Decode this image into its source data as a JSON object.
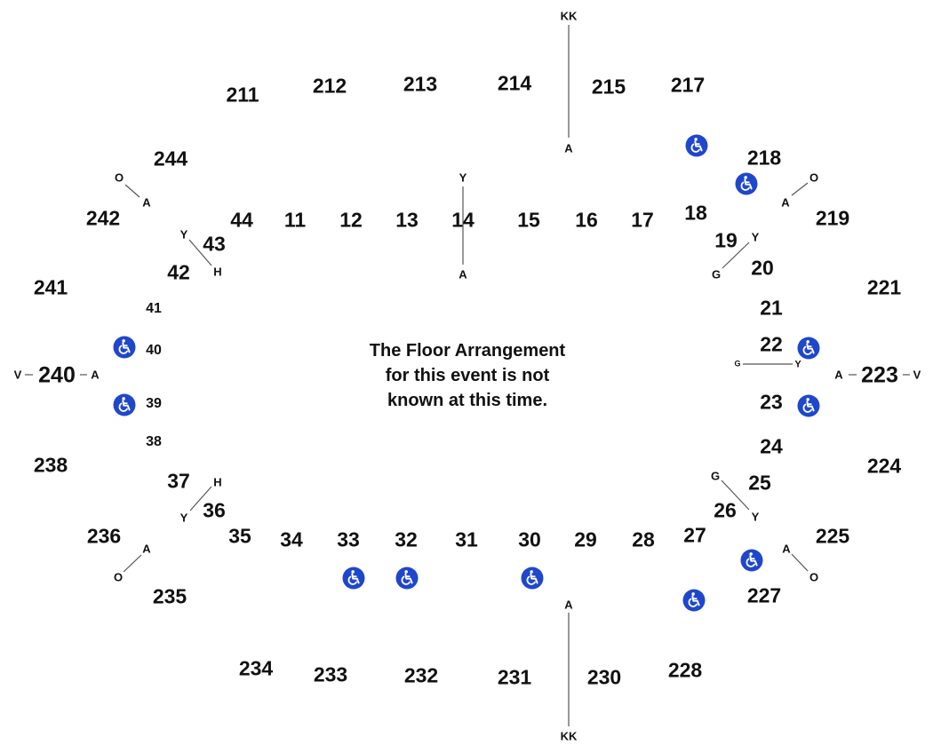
{
  "notice": {
    "line1": "The Floor Arrangement",
    "line2": "for this event is not",
    "line3": "known at this time."
  },
  "colors": {
    "accessible_marker": "#1f47cc",
    "text": "#111111",
    "aisle_line": "#555555"
  },
  "icons": {
    "accessible": "wheelchair-icon"
  },
  "lower_sections": [
    "11",
    "12",
    "13",
    "14",
    "15",
    "16",
    "17",
    "18",
    "19",
    "20",
    "21",
    "22",
    "23",
    "24",
    "25",
    "26",
    "27",
    "28",
    "29",
    "30",
    "31",
    "32",
    "33",
    "34",
    "35",
    "36",
    "37",
    "38",
    "39",
    "40",
    "41",
    "42",
    "43",
    "44"
  ],
  "upper_sections": [
    "211",
    "212",
    "213",
    "214",
    "215",
    "217",
    "218",
    "219",
    "221",
    "223",
    "224",
    "225",
    "227",
    "228",
    "230",
    "231",
    "232",
    "233",
    "234",
    "235",
    "236",
    "238",
    "240",
    "241",
    "242",
    "244"
  ],
  "row_markers": {
    "kk": "KK",
    "a": "A",
    "y": "Y",
    "o": "O",
    "h": "H",
    "g": "G",
    "v": "V"
  }
}
